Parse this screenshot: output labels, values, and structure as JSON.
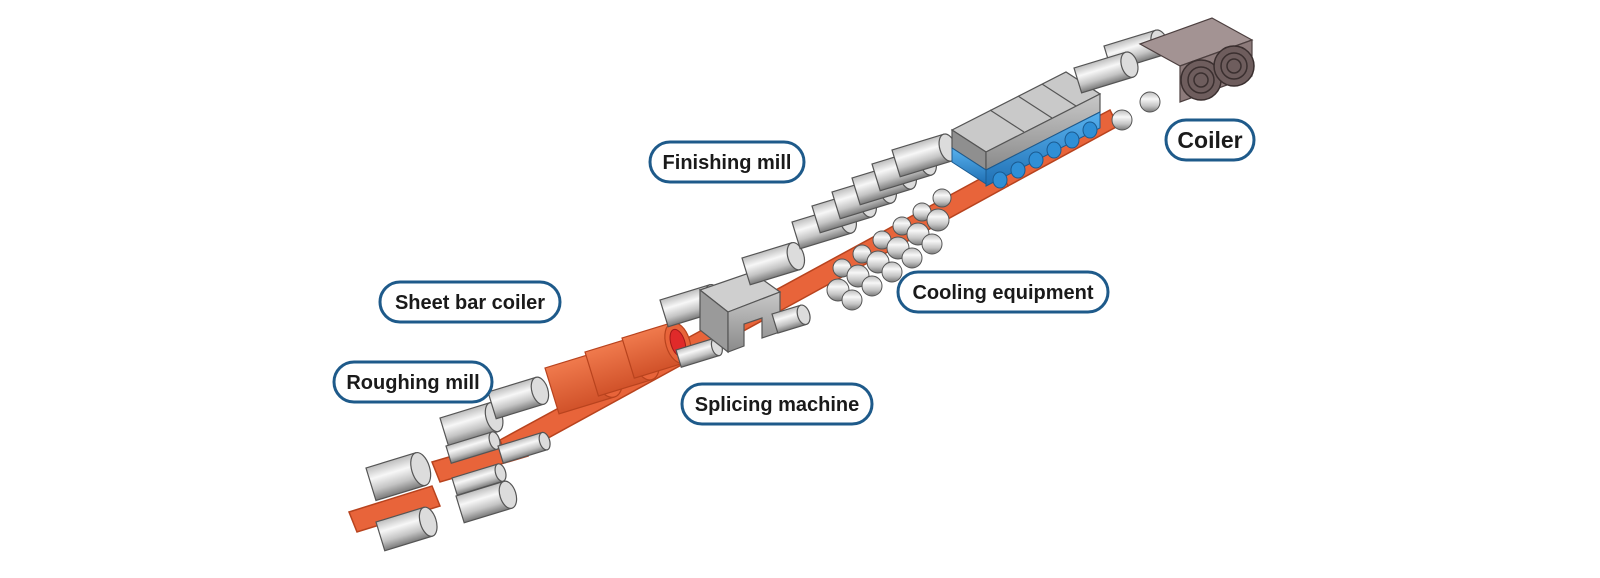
{
  "diagram": {
    "stages": {
      "roughing_mill": "Roughing mill",
      "sheet_bar_coiler": "Sheet bar coiler",
      "splicing_machine": "Splicing machine",
      "finishing_mill": "Finishing mill",
      "cooling_equipment": "Cooling equipment",
      "coiler": "Coiler"
    }
  },
  "colors": {
    "hot_strip": "#e8643a",
    "hot_strip_edge": "#b8431e",
    "coil_core": "#e02a2a",
    "roll_light": "#f4f4f4",
    "roll_dark": "#8c8c8c",
    "cooling_water": "#2f8fd6",
    "cooling_housing": "#9e9e9e",
    "coiler_body": "#8d7b7b",
    "label_border": "#1e5a8a"
  }
}
